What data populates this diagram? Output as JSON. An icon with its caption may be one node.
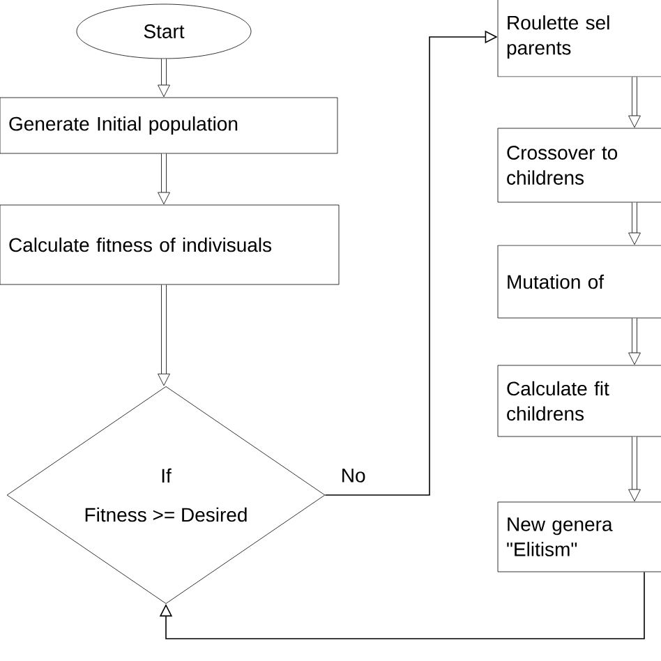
{
  "diagram": {
    "nodes": [
      {
        "text": [
          "Start"
        ]
      },
      {
        "text": [
          "Generate Initial population"
        ]
      },
      {
        "text": [
          "Calculate fitness of indivisuals"
        ]
      },
      {
        "text": [
          "If",
          "Fitness >= Desired"
        ]
      },
      {
        "text": [
          "Roulette sel parents"
        ]
      },
      {
        "text": [
          "Crossover to childrens"
        ]
      },
      {
        "text": [
          "Mutation of"
        ]
      },
      {
        "text": [
          "Calculate fit childrens"
        ]
      },
      {
        "text": [
          "New genera \"Elitism\""
        ]
      }
    ],
    "edges": [
      {
        "from": 0,
        "to": 1,
        "arrow": "to"
      },
      {
        "from": 1,
        "to": 2,
        "arrow": "to"
      },
      {
        "from": 2,
        "to": 3,
        "arrow": "to"
      },
      {
        "from": 3,
        "to": 4,
        "arrow": "to",
        "label": "No"
      },
      {
        "from": 4,
        "to": 5,
        "arrow": "to"
      },
      {
        "from": 5,
        "to": 6,
        "arrow": "to"
      },
      {
        "from": 6,
        "to": 7,
        "arrow": "to"
      },
      {
        "from": 7,
        "to": 8,
        "arrow": "to"
      },
      {
        "from": 8,
        "to": 3,
        "arrow": "to"
      }
    ]
  }
}
